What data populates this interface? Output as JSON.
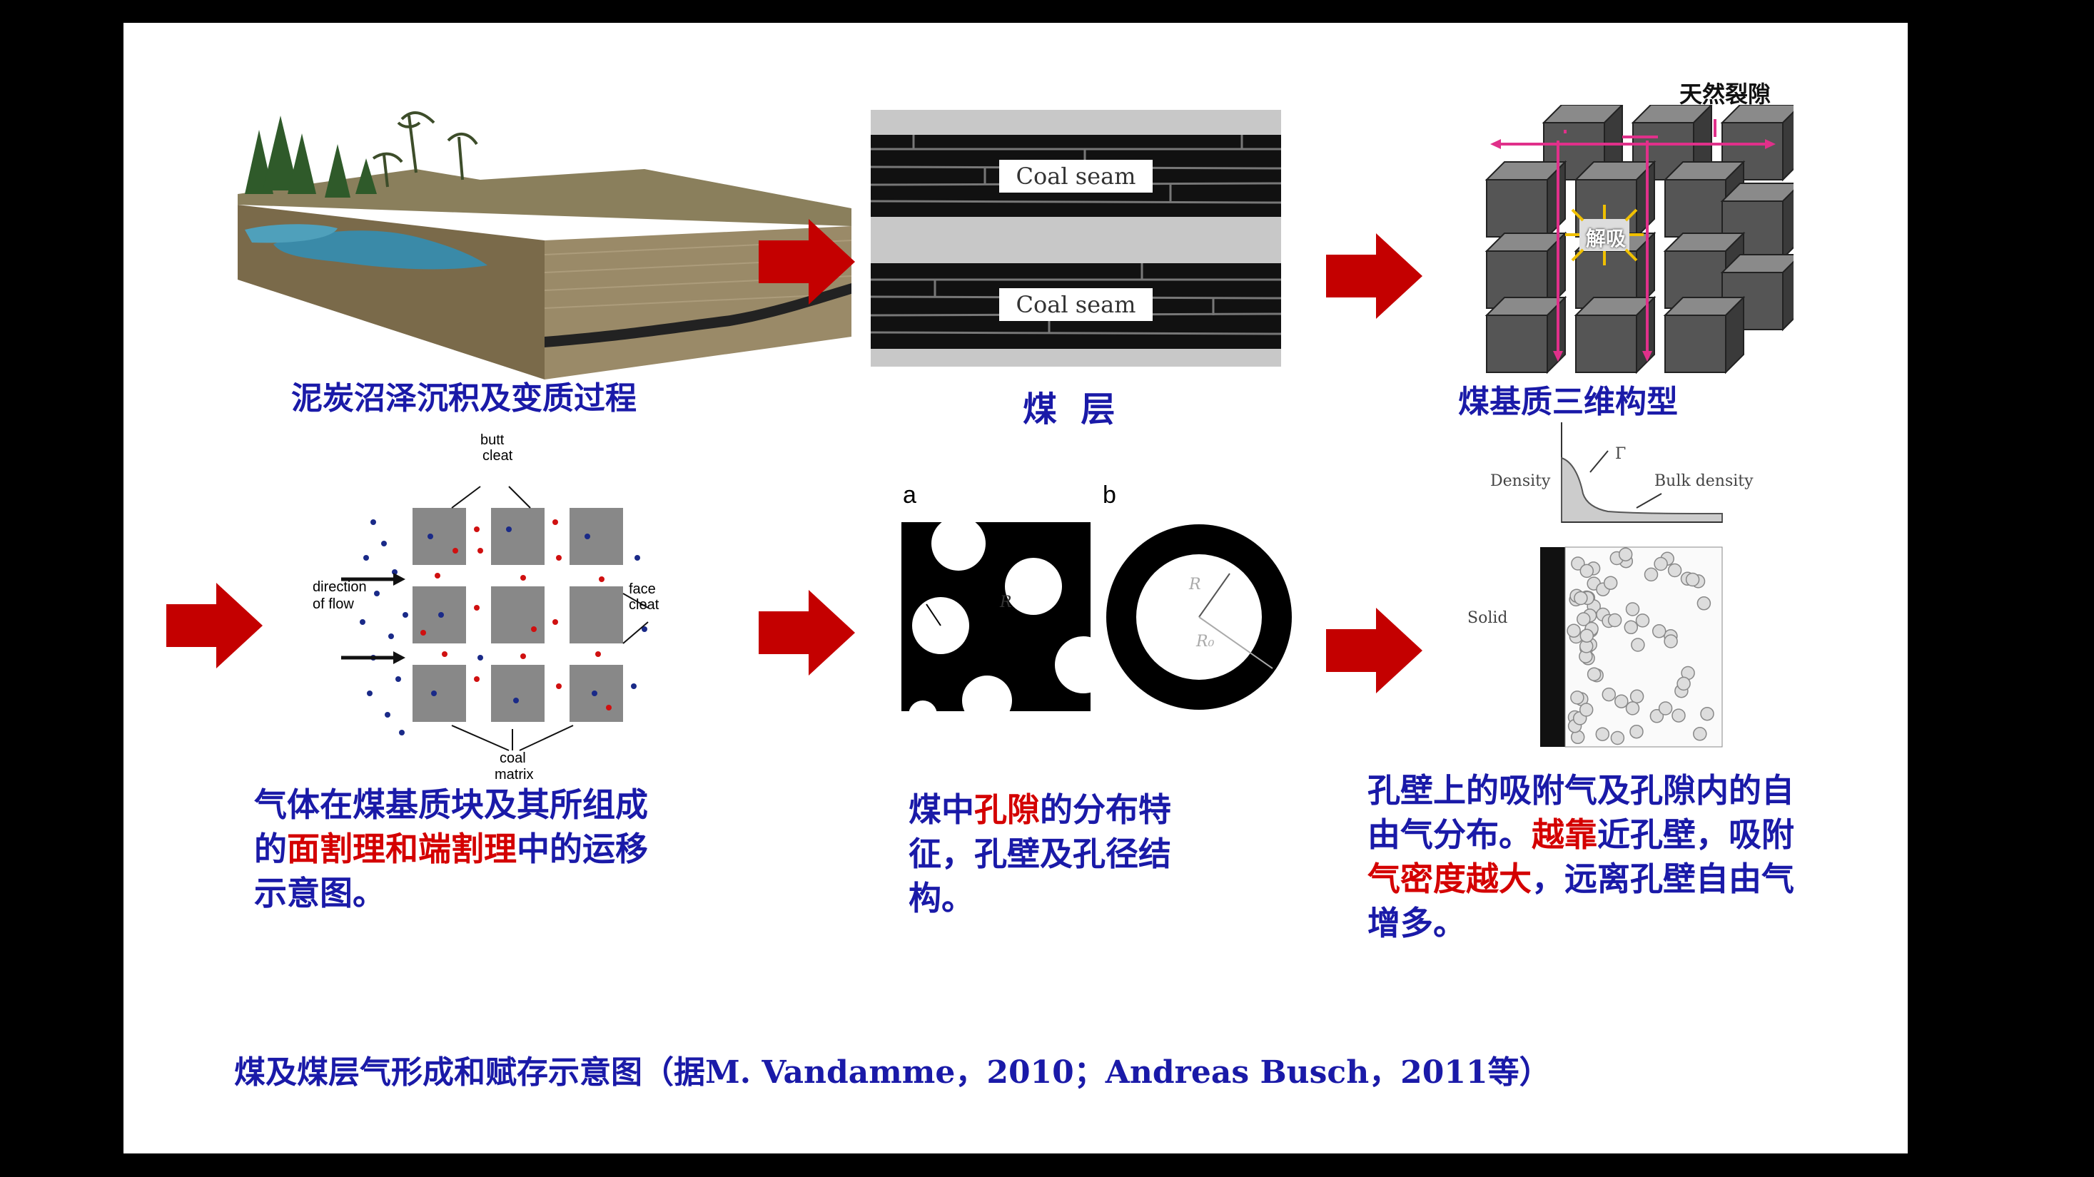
{
  "colors": {
    "caption": "#1a1aa8",
    "highlight": "#d40000",
    "arrow": "#c40000",
    "background": "#ffffff",
    "frame": "#000000"
  },
  "top_row": {
    "panel1": {
      "caption": "泥炭沼泽沉积及变质过程"
    },
    "panel2": {
      "seam_label_1": "Coal seam",
      "seam_label_2": "Coal seam",
      "caption": "煤  层"
    },
    "panel3": {
      "title": "天然裂隙",
      "center_label": "解吸",
      "caption": "煤基质三维构型"
    }
  },
  "bottom_row": {
    "panel4": {
      "label_butt": "butt",
      "label_cleat_top": "cleat",
      "label_direction": "direction",
      "label_of_flow": "of flow",
      "label_face": "face",
      "label_cleat_right": "cleat",
      "label_coal": "coal",
      "label_matrix": "matrix",
      "caption_l1_a": "气体在煤基质块及其所组成",
      "caption_l2_a": "的",
      "caption_l2_b": "面割理和端割理",
      "caption_l2_c": "中的运移",
      "caption_l3": "示意图。"
    },
    "panel5": {
      "label_a": "a",
      "label_b": "b",
      "label_R_a": "R",
      "label_R_b": "R",
      "label_R0": "R₀",
      "caption_l1_a": "煤中",
      "caption_l1_b": "孔隙",
      "caption_l1_c": "的分布特",
      "caption_l2": "征，孔壁及孔径结",
      "caption_l3": "构。"
    },
    "panel6": {
      "label_density": "Density",
      "label_gamma": "Γ",
      "label_bulk": "Bulk density",
      "label_solid": "Solid",
      "caption_l1": "孔壁上的吸附气及孔隙内的自",
      "caption_l2_a": "由气分布。",
      "caption_l2_b": "越靠",
      "caption_l2_c": "近孔壁，吸附",
      "caption_l3_a": "气密度越大",
      "caption_l3_b": "，远离孔壁自由气",
      "caption_l4": "增多。"
    }
  },
  "footer": {
    "text": "煤及煤层气形成和赋存示意图（据M. Vandamme，2010；Andreas Busch，2011等）"
  }
}
